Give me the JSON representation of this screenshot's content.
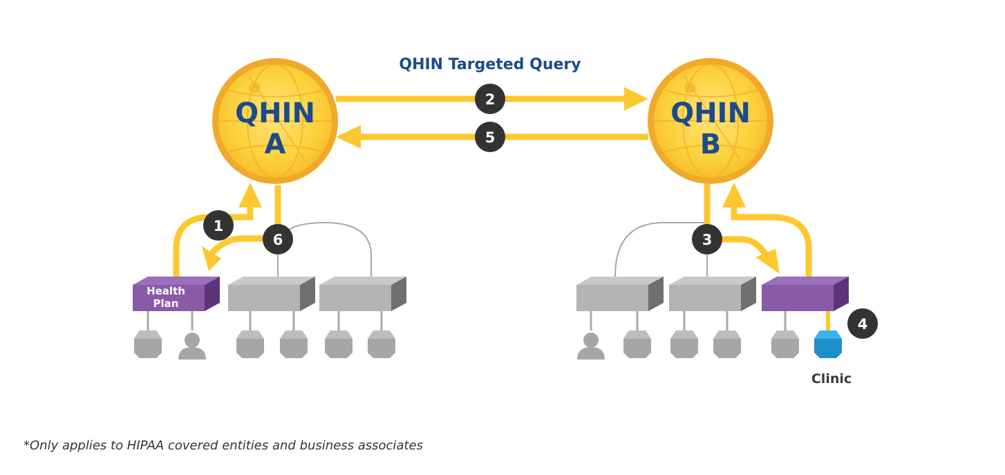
{
  "title": "QHIN Targeted Query",
  "qhin_a": {
    "line1": "QHIN",
    "line2": "A"
  },
  "qhin_b": {
    "line1": "QHIN",
    "line2": "B"
  },
  "steps": [
    "1",
    "2",
    "3",
    "4",
    "5",
    "6"
  ],
  "health_plan": {
    "line1": "Health",
    "line2": "Plan"
  },
  "clinic_label": "Clinic",
  "footnote": "*Only applies to HIPAA covered entities and business associates",
  "colors": {
    "arrow": "#fdc82f",
    "globe_outer": "#f0a92a",
    "globe_inner": "#fcd03d",
    "text_blue": "#1b4b8c",
    "step_badge": "#333333",
    "purple_front": "#8a5aa8",
    "purple_side": "#5b3577",
    "gray_front": "#b4b4b4",
    "gray_side": "#6f6f6f",
    "clinic_blue": "#2aa3dc"
  }
}
